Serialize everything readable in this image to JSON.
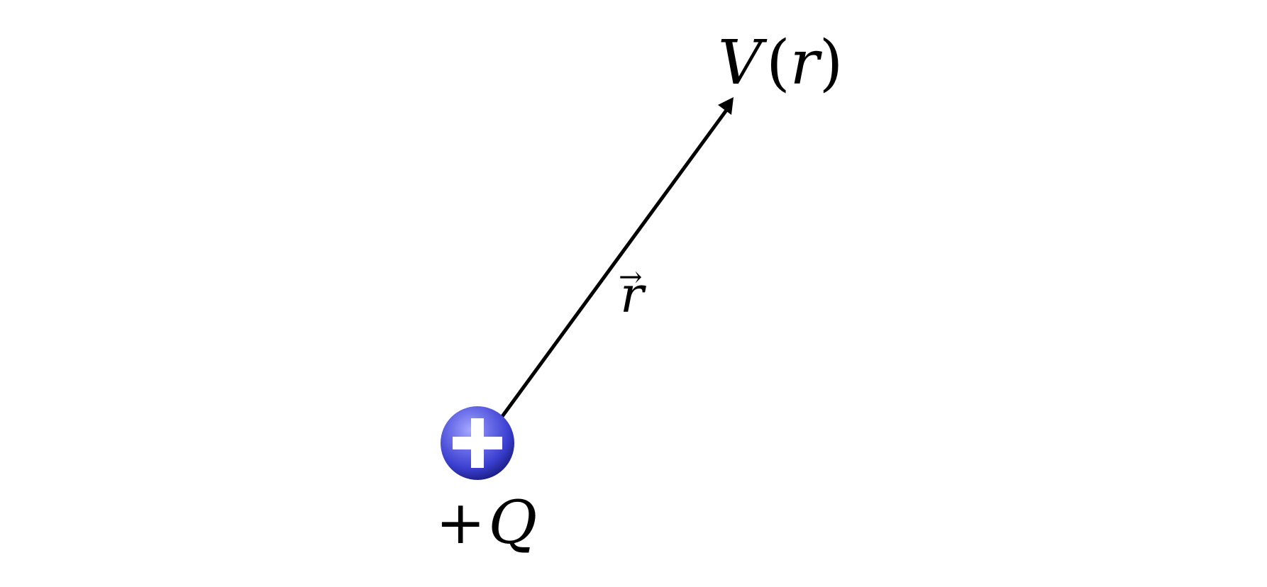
{
  "diagram": {
    "potential_label": {
      "symbol": "V",
      "open_paren": "(",
      "variable": "r",
      "close_paren": ")"
    },
    "vector_label": {
      "arrow": "→",
      "symbol": "r"
    },
    "charge": {
      "sign_symbol": "+",
      "label_sign": "+",
      "label_symbol": "Q",
      "color": "#3b3fd0",
      "highlight_color": "#8a8cf5",
      "shadow_color": "#1c1f88"
    },
    "arrow_color": "#000000",
    "icons": {
      "charge": "positive-charge-sphere",
      "plus": "plus-icon",
      "arrowhead": "arrowhead-icon"
    }
  }
}
